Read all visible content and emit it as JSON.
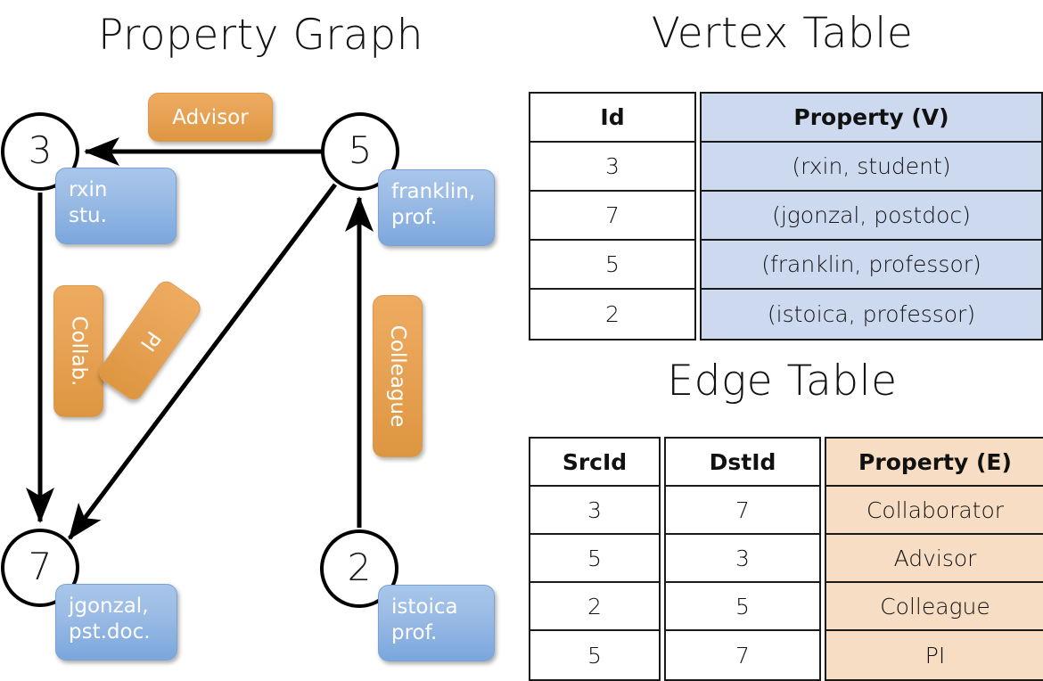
{
  "titles": {
    "property_graph": "Property Graph",
    "vertex_table": "Vertex Table",
    "edge_table": "Edge Table"
  },
  "graph": {
    "nodes": [
      {
        "id": "3",
        "property_lines": [
          "rxin",
          "stu."
        ]
      },
      {
        "id": "5",
        "property_lines": [
          "franklin,",
          "prof."
        ]
      },
      {
        "id": "7",
        "property_lines": [
          "jgonzal,",
          "pst.doc."
        ]
      },
      {
        "id": "2",
        "property_lines": [
          "istoica",
          "prof."
        ]
      }
    ],
    "edge_labels": [
      {
        "name": "advisor",
        "text": "Advisor"
      },
      {
        "name": "collab",
        "text": "Collab."
      },
      {
        "name": "pi",
        "text": "PI"
      },
      {
        "name": "colleague",
        "text": "Colleague"
      }
    ],
    "colors": {
      "node_fill": "#ffffff",
      "node_stroke": "#000000",
      "property_box": "#7ba7dd",
      "edge_label_box": "#e7a255",
      "arrow": "#000000"
    }
  },
  "vertex_table": {
    "headers": [
      "Id",
      "Property (V)"
    ],
    "rows": [
      [
        "3",
        "(rxin, student)"
      ],
      [
        "7",
        "(jgonzal, postdoc)"
      ],
      [
        "5",
        "(franklin, professor)"
      ],
      [
        "2",
        "(istoica, professor)"
      ]
    ],
    "property_column_color": "#ccd9ee"
  },
  "edge_table": {
    "headers": [
      "SrcId",
      "DstId",
      "Property (E)"
    ],
    "rows": [
      [
        "3",
        "7",
        "Collaborator"
      ],
      [
        "5",
        "3",
        "Advisor"
      ],
      [
        "2",
        "5",
        "Colleague"
      ],
      [
        "5",
        "7",
        "PI"
      ]
    ],
    "property_column_color": "#f6ddc3"
  }
}
